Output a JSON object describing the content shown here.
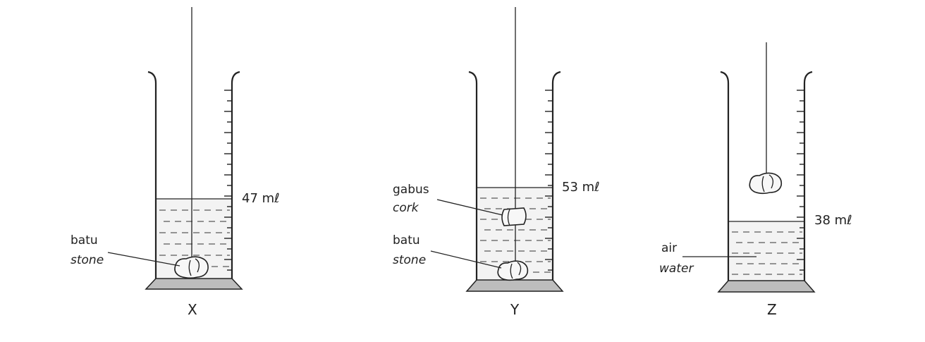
{
  "beakers": [
    {
      "caption": "X",
      "volume": "47 mℓ"
    },
    {
      "caption": "Y",
      "volume": "53 mℓ"
    },
    {
      "caption": "Z",
      "volume": "38 mℓ"
    }
  ],
  "labels": {
    "stone_x": {
      "malay": "batu",
      "english": "stone"
    },
    "cork_y": {
      "malay": "gabus",
      "english": "cork"
    },
    "stone_y": {
      "malay": "batu",
      "english": "stone"
    },
    "water_z": {
      "malay": "air",
      "english": "water"
    }
  }
}
